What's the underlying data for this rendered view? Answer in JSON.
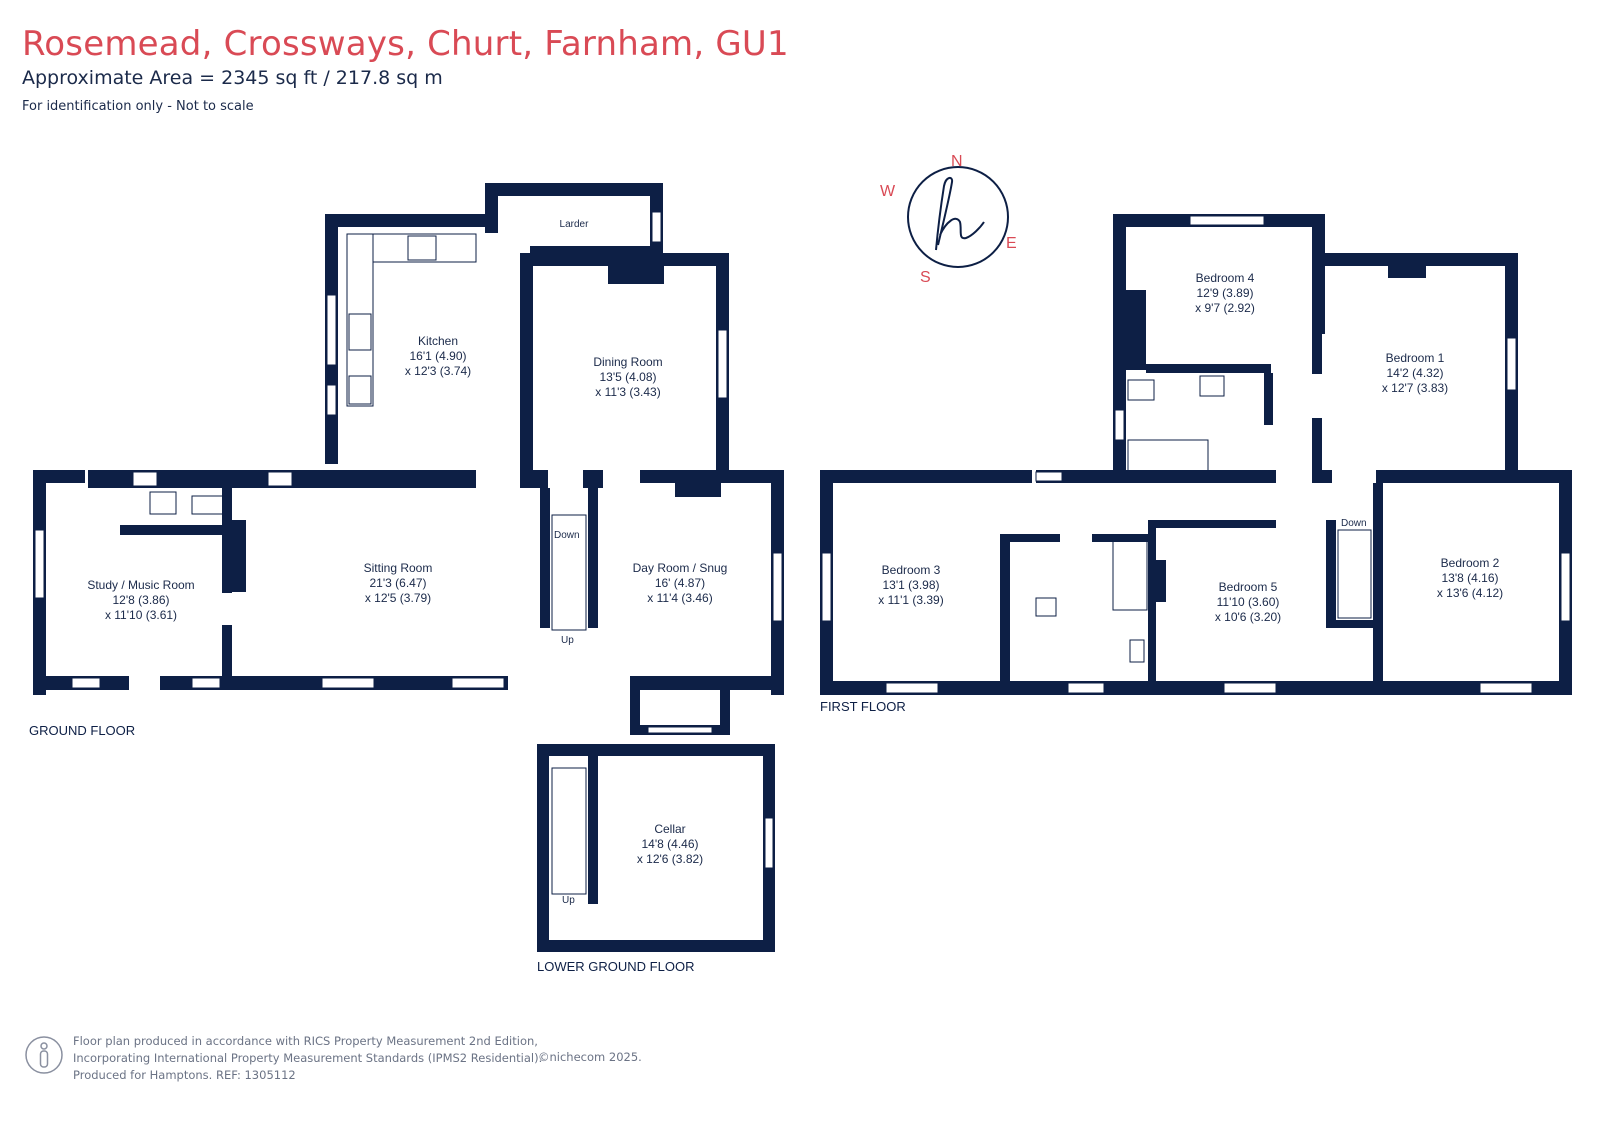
{
  "header": {
    "title": "Rosemead, Crossways, Churt, Farnham, GU1",
    "area": "Approximate Area = 2345 sq ft / 217.8 sq m",
    "identification": "For identification only - Not to scale"
  },
  "compass": {
    "n": "N",
    "e": "E",
    "s": "S",
    "w": "W",
    "logo_icon": "h-monogram-icon"
  },
  "floors": {
    "ground": "GROUND FLOOR",
    "first": "FIRST FLOOR",
    "lower": "LOWER GROUND FLOOR"
  },
  "rooms": {
    "larder": {
      "name": "Larder"
    },
    "kitchen": {
      "name": "Kitchen",
      "dim1": "16'1 (4.90)",
      "dim2": "x 12'3 (3.74)"
    },
    "dining": {
      "name": "Dining Room",
      "dim1": "13'5 (4.08)",
      "dim2": "x 11'3 (3.43)"
    },
    "sitting": {
      "name": "Sitting Room",
      "dim1": "21'3 (6.47)",
      "dim2": "x 12'5 (3.79)"
    },
    "study": {
      "name": "Study / Music Room",
      "dim1": "12'8 (3.86)",
      "dim2": "x 11'10 (3.61)"
    },
    "dayroom": {
      "name": "Day Room / Snug",
      "dim1": "16' (4.87)",
      "dim2": "x 11'4 (3.46)"
    },
    "cellar": {
      "name": "Cellar",
      "dim1": "14'8 (4.46)",
      "dim2": "x 12'6 (3.82)"
    },
    "bedroom4": {
      "name": "Bedroom 4",
      "dim1": "12'9 (3.89)",
      "dim2": "x 9'7 (2.92)"
    },
    "bedroom1": {
      "name": "Bedroom 1",
      "dim1": "14'2 (4.32)",
      "dim2": "x 12'7 (3.83)"
    },
    "bedroom3": {
      "name": "Bedroom 3",
      "dim1": "13'1 (3.98)",
      "dim2": "x 11'1 (3.39)"
    },
    "bedroom5": {
      "name": "Bedroom 5",
      "dim1": "11'10 (3.60)",
      "dim2": "x 10'6 (3.20)"
    },
    "bedroom2": {
      "name": "Bedroom 2",
      "dim1": "13'8 (4.16)",
      "dim2": "x 13'6 (4.12)"
    }
  },
  "stairs": {
    "ground_down": "Down",
    "ground_up": "Up",
    "first_down": "Down",
    "cellar_up": "Up"
  },
  "footer": {
    "line1": "Floor plan produced in accordance with RICS Property Measurement 2nd Edition,",
    "line2": "Incorporating International Property Measurement Standards (IPMS2 Residential).",
    "line3": "Produced for Hamptons.   REF:  1305112",
    "copyright": "©nichecom 2025.",
    "info_icon": "person-info-icon"
  }
}
